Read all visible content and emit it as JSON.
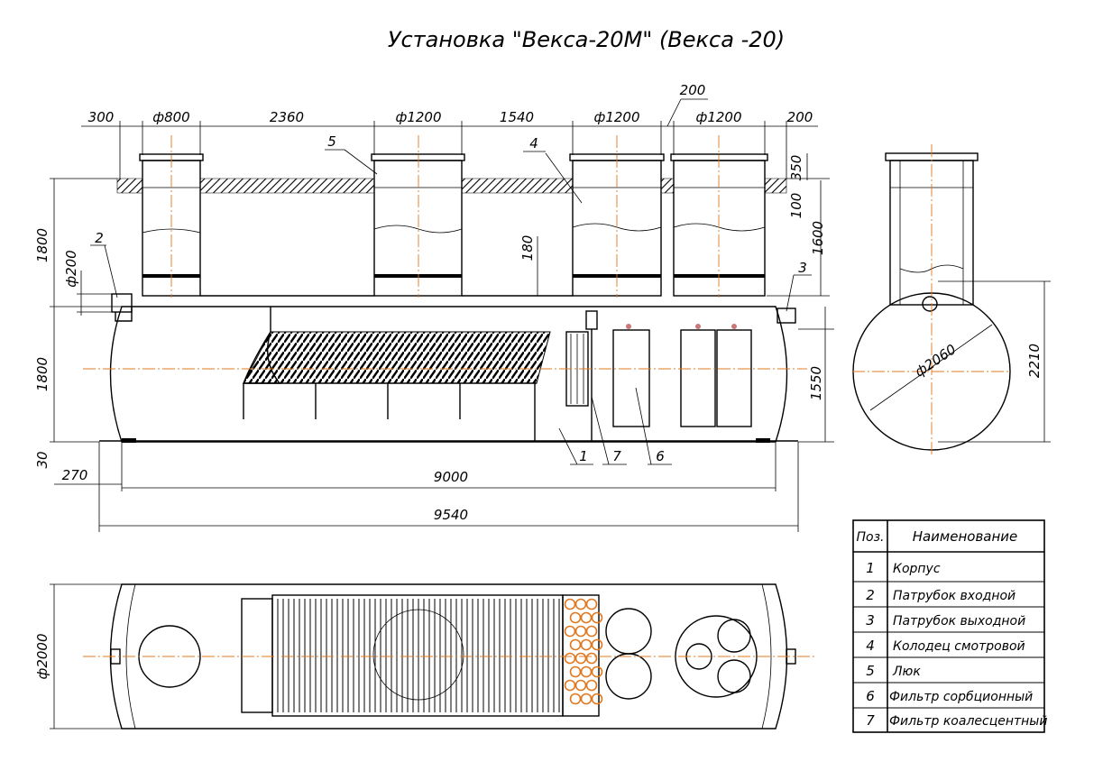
{
  "title": "Установка \"Векса-20М\" (Векса -20)",
  "dimensions": {
    "top": [
      "300",
      "ф800",
      "2360",
      "ф1200",
      "1540",
      "ф1200",
      "200",
      "ф1200",
      "200"
    ],
    "left": [
      "1800",
      "ф200",
      "1800",
      "30",
      "270"
    ],
    "right": [
      "350",
      "100",
      "1600",
      "1550"
    ],
    "bottom": [
      "9000",
      "9540"
    ],
    "misc": [
      "180"
    ],
    "side_view": [
      "ф2060",
      "2210"
    ],
    "plan_view": [
      "ф2000"
    ]
  },
  "callouts": [
    "1",
    "2",
    "3",
    "4",
    "5",
    "6",
    "7"
  ],
  "table": {
    "header_pos": "Поз.",
    "header_name": "Наименование",
    "rows": [
      {
        "pos": "1",
        "name": "Корпус"
      },
      {
        "pos": "2",
        "name": "Патрубок входной"
      },
      {
        "pos": "3",
        "name": "Патрубок выходной"
      },
      {
        "pos": "4",
        "name": "Колодец смотровой"
      },
      {
        "pos": "5",
        "name": "Люк"
      },
      {
        "pos": "6",
        "name": "Фильтр сорбционный"
      },
      {
        "pos": "7",
        "name": "Фильтр коалесцентный"
      }
    ]
  },
  "colors": {
    "line": "#000000",
    "axis": "#e07820"
  }
}
